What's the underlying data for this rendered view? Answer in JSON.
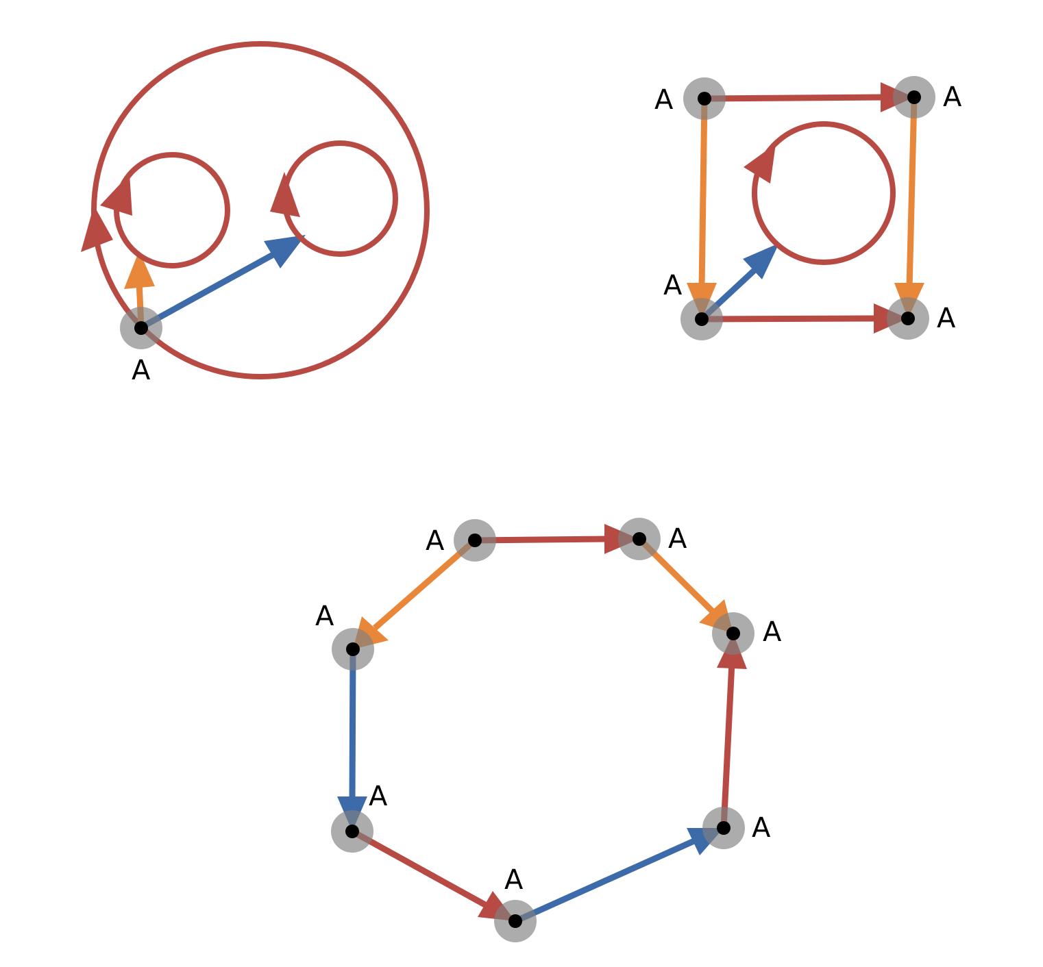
{
  "colors": {
    "red": "#b84a44",
    "orange": "#e8873a",
    "blue": "#3d6aa8",
    "halo": "#808080",
    "node": "#000000",
    "background": "#ffffff"
  },
  "diagrams": [
    {
      "name": "single-vertex-bouquet",
      "vertices": [
        {
          "label": "A"
        }
      ],
      "edges": [
        {
          "from": 0,
          "to": 0,
          "color": "red",
          "kind": "loop"
        },
        {
          "from": 0,
          "to": 0,
          "color": "orange",
          "kind": "loop"
        },
        {
          "from": 0,
          "to": 0,
          "color": "blue",
          "kind": "loop"
        }
      ]
    },
    {
      "name": "four-vertex-square",
      "vertices": [
        {
          "label": "A"
        },
        {
          "label": "A"
        },
        {
          "label": "A"
        },
        {
          "label": "A"
        }
      ],
      "edges": [
        {
          "from": 0,
          "to": 1,
          "color": "red"
        },
        {
          "from": 0,
          "to": 2,
          "color": "orange"
        },
        {
          "from": 1,
          "to": 3,
          "color": "orange"
        },
        {
          "from": 2,
          "to": 3,
          "color": "red"
        },
        {
          "from": 2,
          "to": 2,
          "color": "blue",
          "kind": "loop"
        }
      ]
    },
    {
      "name": "seven-vertex-cycle",
      "vertices": [
        {
          "label": "A"
        },
        {
          "label": "A"
        },
        {
          "label": "A"
        },
        {
          "label": "A"
        },
        {
          "label": "A"
        },
        {
          "label": "A"
        },
        {
          "label": "A"
        }
      ],
      "edges": [
        {
          "from": 0,
          "to": 1,
          "color": "red"
        },
        {
          "from": 0,
          "to": 2,
          "color": "orange"
        },
        {
          "from": 1,
          "to": 6,
          "color": "orange"
        },
        {
          "from": 2,
          "to": 3,
          "color": "blue"
        },
        {
          "from": 3,
          "to": 4,
          "color": "red"
        },
        {
          "from": 4,
          "to": 5,
          "color": "blue"
        },
        {
          "from": 5,
          "to": 6,
          "color": "red"
        }
      ]
    }
  ]
}
